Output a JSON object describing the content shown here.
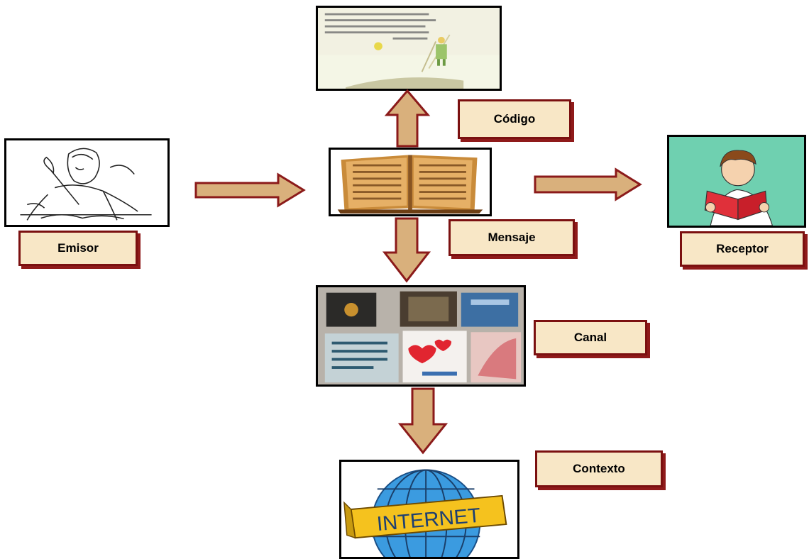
{
  "labels": {
    "codigo": "Código",
    "emisor": "Emisor",
    "mensaje": "Mensaje",
    "receptor": "Receptor",
    "canal": "Canal",
    "contexto": "Contexto"
  },
  "images": {
    "internet_banner": "INTERNET"
  },
  "colors": {
    "arrow_fill": "#d9b07c",
    "arrow_stroke": "#8b1a1a",
    "label_fill": "#f8e7c6",
    "label_border": "#7b1010",
    "receptor_bg": "#6fd0b0"
  }
}
